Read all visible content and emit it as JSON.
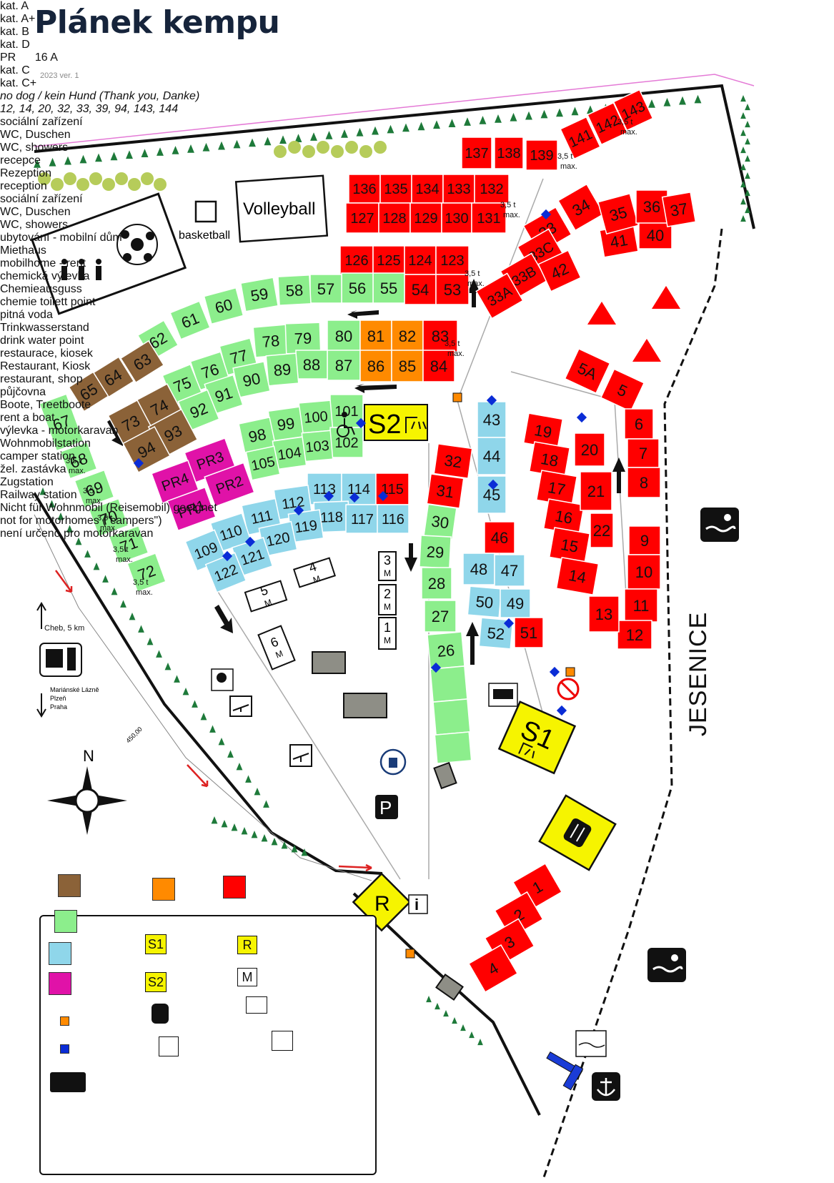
{
  "title": "Plánek kempu",
  "version": "2023  ver. 1",
  "colors": {
    "kat_a": "#8b6238",
    "kat_a_plus": "#8cee8c",
    "kat_b": "#8fd6ea",
    "kat_c": "#ff8a00",
    "kat_c_plus": "#ff0000",
    "kat_d": "#e012a8",
    "sanitary": "#f6f400"
  },
  "facilities": {
    "volleyball": "Volleyball",
    "basketball": "basketball",
    "s1": "S1",
    "s2": "S2",
    "reception": "R",
    "info": "i",
    "parking": "P",
    "north": "N",
    "road_name": "JESENICE",
    "elevation": "450,00"
  },
  "weight_limit": "3,5 t max.",
  "directions": {
    "north_text": "Cheb, 5 km",
    "south_text": "Mariánské Lázně\nPlzeň\nPraha"
  },
  "mobile_homes": [
    "1",
    "2",
    "3",
    "4",
    "5",
    "6"
  ],
  "mobile_home_letter": "M",
  "plots": {
    "kat_a": [
      "63",
      "64",
      "65",
      "73",
      "74",
      "93",
      "94"
    ],
    "kat_c": [
      "81",
      "82",
      "86",
      "85"
    ],
    "kat_d": [
      "PR1",
      "PR2",
      "PR3",
      "PR4"
    ],
    "kat_b": [
      "43",
      "44",
      "45",
      "47",
      "48",
      "49",
      "50",
      "52",
      "109",
      "110",
      "111",
      "112",
      "113",
      "114",
      "116",
      "117",
      "118",
      "119",
      "120",
      "121",
      "122"
    ],
    "kat_a_plus": [
      "55",
      "56",
      "57",
      "58",
      "59",
      "60",
      "61",
      "62",
      "67",
      "68",
      "69",
      "70",
      "71",
      "72",
      "75",
      "76",
      "77",
      "78",
      "79",
      "80",
      "87",
      "88",
      "89",
      "90",
      "91",
      "92",
      "98",
      "99",
      "100",
      "101",
      "102",
      "103",
      "104",
      "105",
      "26",
      "27",
      "28",
      "29",
      "30"
    ],
    "kat_c_plus": [
      "1",
      "2",
      "3",
      "4",
      "5",
      "5A",
      "6",
      "7",
      "8",
      "9",
      "10",
      "11",
      "12",
      "13",
      "14",
      "15",
      "16",
      "17",
      "18",
      "19",
      "20",
      "21",
      "22",
      "31",
      "32",
      "33",
      "33A",
      "33B",
      "33C",
      "34",
      "35",
      "36",
      "37",
      "40",
      "41",
      "42",
      "46",
      "51",
      "53",
      "54",
      "83",
      "84",
      "115",
      "123",
      "124",
      "125",
      "126",
      "127",
      "128",
      "129",
      "130",
      "131",
      "132",
      "133",
      "134",
      "135",
      "136",
      "137",
      "138",
      "139",
      "141",
      "142",
      "143"
    ]
  },
  "legend": {
    "kat_a": "kat. A",
    "kat_a_plus": "kat. A+",
    "kat_b": "kat. B",
    "kat_c": "kat. C",
    "kat_c_plus": "kat. C+",
    "kat_d": "kat. D",
    "kat_d_sub": "PR      16 A",
    "no_dog_title": "no dog / kein Hund (Thank you, Danke)",
    "no_dog_plots": "12, 14, 20, 32, 33, 39, 94, 143, 144",
    "s1_label": "S1",
    "s1_text": "sociální zařízení\nWC, Duschen\nWC, showers",
    "s2_label": "S2",
    "s2_text": "sociální zařízení\nWC, Duschen\nWC, showers",
    "r_label": "R",
    "r_text": "recepce\nRezeption\nreception",
    "m_label": "M",
    "m_text": "ubytování - mobilní dům\nMiethaus\nmobilhome - rent",
    "chem_text": "chemická výlevka\nChemieausguss\nchemie toilett point",
    "water_text": "pitná voda\nTrinkwasserstand\ndrink water point",
    "restaurant_text": "restaurace, kiosek\nRestaurant, Kiosk\nrestaurant, shop",
    "boat_text": "půjčovna\nBoote, Treetboote\nrent a boat",
    "camper_text": "výlevka - motorkaravan\nWohnmobilstation\ncamper station",
    "train_text": "žel. zastávka\nZugstation\nRailway station",
    "no_camper_text": "Nicht für Wohnmobil (Reisemobil) geeignet\nnot for motorhomes (\"campers\")\nnení určeno pro motorkaravan"
  }
}
